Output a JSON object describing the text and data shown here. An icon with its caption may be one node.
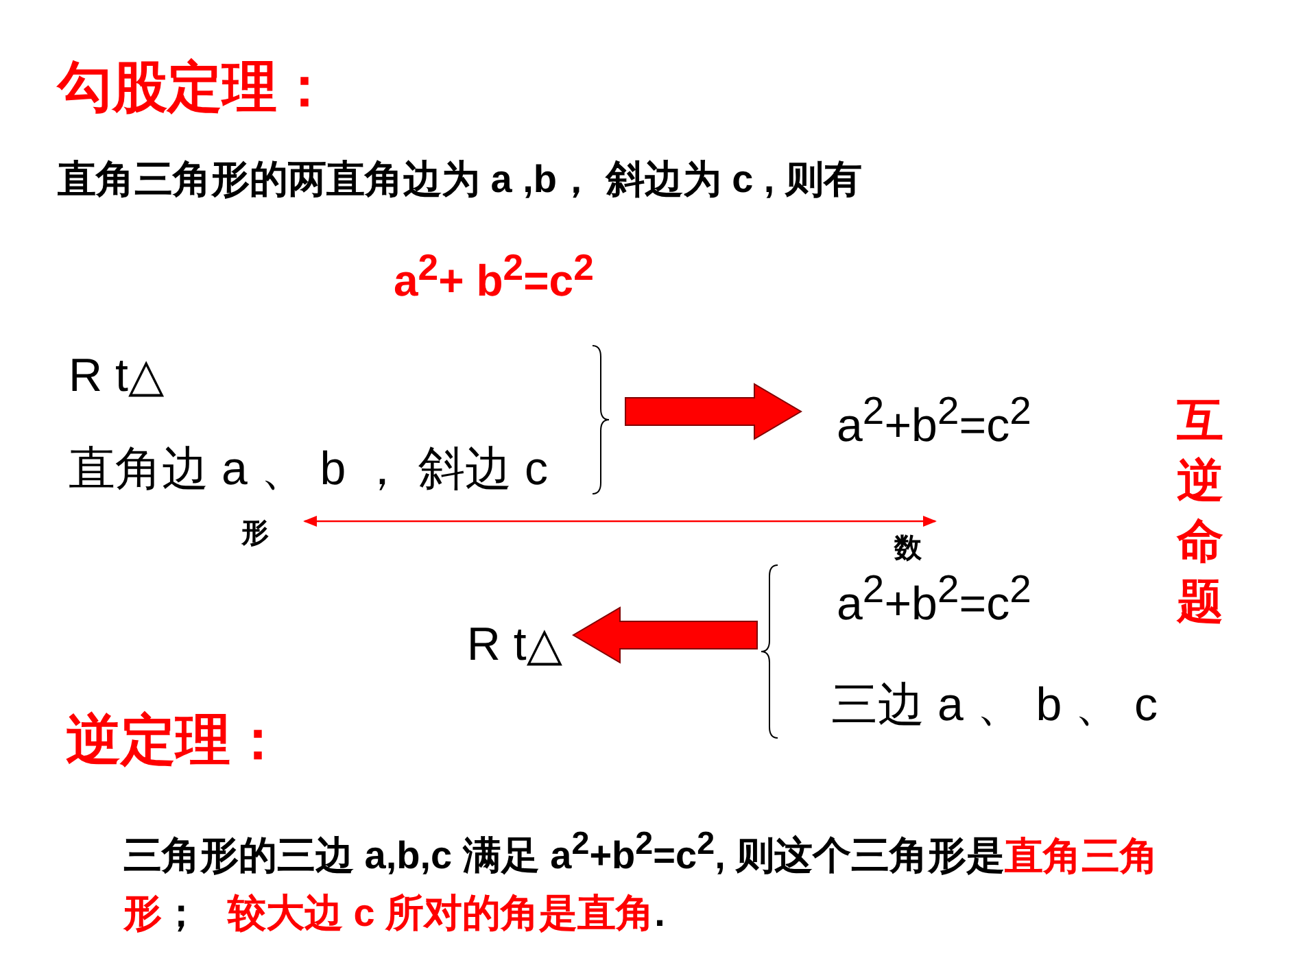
{
  "diagram": {
    "title": "勾股定理：",
    "nodes": [
      {
        "text": [
          "R t△",
          "直角边 a 、 b ， 斜边 c"
        ]
      },
      {
        "text": [
          "a$^{2}$+b$^{2}$=c$^{2}$"
        ]
      },
      {
        "text": [
          "a$^{2}$+b$^{2}$=c$^{2}$",
          "三边 a 、 b 、 c"
        ]
      },
      {
        "text": [
          "R t△"
        ]
      },
      {
        "text": [
          "形"
        ]
      },
      {
        "text": [
          "数"
        ]
      }
    ],
    "edges": [
      {
        "from": 0,
        "to": 1,
        "arrow": "to",
        "style": "thick"
      },
      {
        "from": 2,
        "to": 3,
        "arrow": "to",
        "style": "thick"
      },
      {
        "from": 4,
        "to": 5,
        "arrow": "both",
        "color": "#ff0000"
      }
    ],
    "labels": [
      "直角三角形的两直角边为 a ,b， 斜边为  c , 则有",
      "a$^{2}$+ b$^{2}$=c$^{2}$",
      "互逆命题",
      "逆定理：",
      "三角形的三边 a,b,c 满足 a$^{2}$+b$^{2}$=c$^{2}$, 则这个三角形是",
      "直角三角形",
      "；",
      "较大边 c  所对的角是直角",
      "."
    ]
  }
}
